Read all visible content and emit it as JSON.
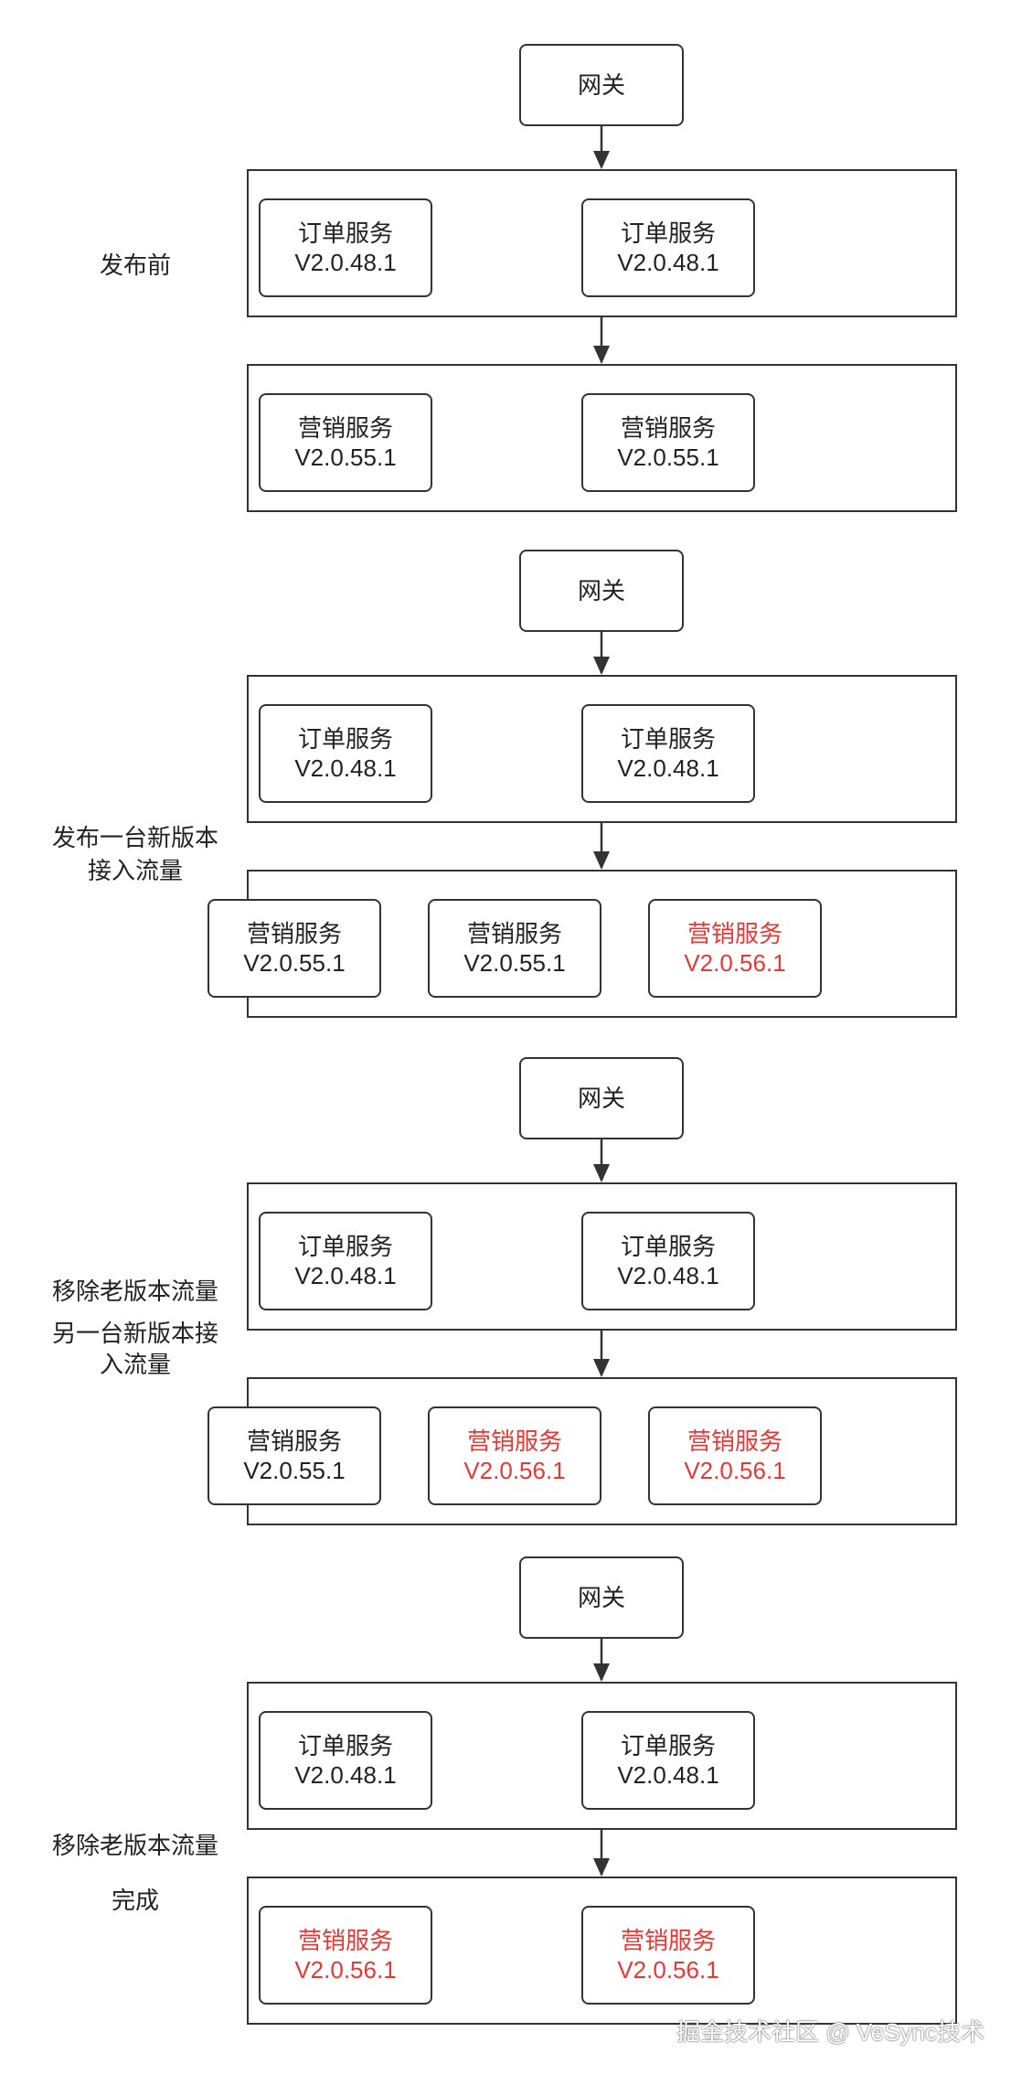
{
  "colors": {
    "line": "#333333",
    "text": "#222222",
    "new_version": "#e53935"
  },
  "gateway_label": "网关",
  "stages": [
    {
      "label": [
        "发布前"
      ],
      "order": [
        {
          "name": "订单服务",
          "version": "V2.0.48.1",
          "new": false
        },
        {
          "name": "订单服务",
          "version": "V2.0.48.1",
          "new": false
        }
      ],
      "marketing": [
        {
          "name": "营销服务",
          "version": "V2.0.55.1",
          "new": false
        },
        {
          "name": "营销服务",
          "version": "V2.0.55.1",
          "new": false
        }
      ]
    },
    {
      "label": [
        "发布一台新版本",
        "接入流量"
      ],
      "order": [
        {
          "name": "订单服务",
          "version": "V2.0.48.1",
          "new": false
        },
        {
          "name": "订单服务",
          "version": "V2.0.48.1",
          "new": false
        }
      ],
      "marketing": [
        {
          "name": "营销服务",
          "version": "V2.0.55.1",
          "new": false
        },
        {
          "name": "营销服务",
          "version": "V2.0.55.1",
          "new": false
        },
        {
          "name": "营销服务",
          "version": "V2.0.56.1",
          "new": true
        }
      ]
    },
    {
      "label": [
        "移除老版本流量",
        "另一台新版本接",
        "入流量"
      ],
      "order": [
        {
          "name": "订单服务",
          "version": "V2.0.48.1",
          "new": false
        },
        {
          "name": "订单服务",
          "version": "V2.0.48.1",
          "new": false
        }
      ],
      "marketing": [
        {
          "name": "营销服务",
          "version": "V2.0.55.1",
          "new": false
        },
        {
          "name": "营销服务",
          "version": "V2.0.56.1",
          "new": true
        },
        {
          "name": "营销服务",
          "version": "V2.0.56.1",
          "new": true
        }
      ]
    },
    {
      "label": [
        "移除老版本流量",
        "完成"
      ],
      "order": [
        {
          "name": "订单服务",
          "version": "V2.0.48.1",
          "new": false
        },
        {
          "name": "订单服务",
          "version": "V2.0.48.1",
          "new": false
        }
      ],
      "marketing": [
        {
          "name": "营销服务",
          "version": "V2.0.56.1",
          "new": true
        },
        {
          "name": "营销服务",
          "version": "V2.0.56.1",
          "new": true
        }
      ]
    }
  ],
  "watermark": "掘金技术社区 @ VeSync技术"
}
